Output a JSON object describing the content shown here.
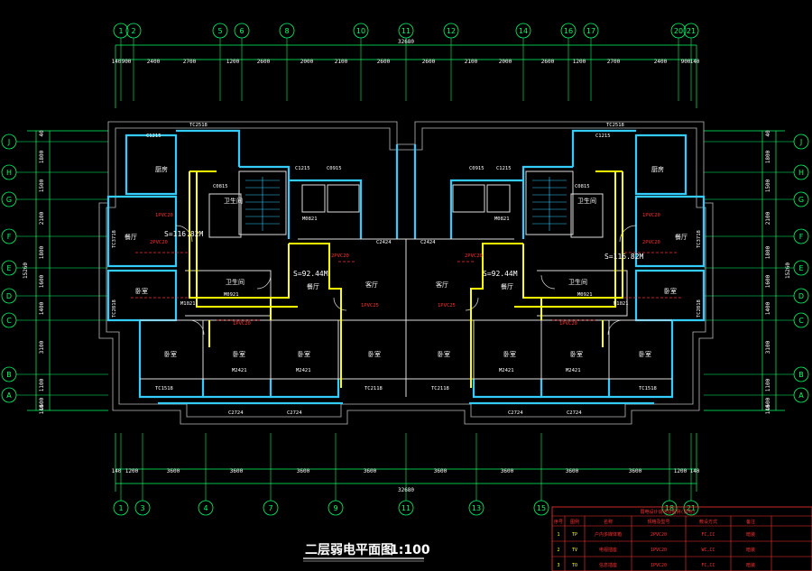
{
  "title": "二层弱电平面图",
  "scale": "1:100",
  "top_axes": [
    "1",
    "2",
    "5",
    "6",
    "8",
    "10",
    "11",
    "12",
    "14",
    "16",
    "17",
    "20",
    "21"
  ],
  "bottom_axes": [
    "1",
    "3",
    "4",
    "7",
    "9",
    "11",
    "13",
    "15",
    "18",
    "21"
  ],
  "left_axes": [
    "J",
    "H",
    "G",
    "F",
    "E",
    "D",
    "C",
    "B",
    "A"
  ],
  "right_axes": [
    "J",
    "H",
    "G",
    "F",
    "E",
    "D",
    "C",
    "B",
    "A"
  ],
  "overall_width": "32680",
  "overall_depth": "15260",
  "top_dims": [
    "140",
    "900",
    "2400",
    "2700",
    "1200",
    "2600",
    "2000",
    "2100",
    "2600",
    "2600",
    "2100",
    "2000",
    "2600",
    "1200",
    "2700",
    "2400",
    "900",
    "140"
  ],
  "bottom_dims": [
    "140",
    "1200",
    "3600",
    "3600",
    "3600",
    "3600",
    "3600",
    "3600",
    "3600",
    "3600",
    "1200",
    "140"
  ],
  "left_dims": [
    "40",
    "1800",
    "1500",
    "2100",
    "1800",
    "1600",
    "1400",
    "3100",
    "1100",
    "1600",
    "140"
  ],
  "right_dims": [
    "40",
    "1800",
    "1500",
    "2100",
    "1800",
    "1600",
    "1400",
    "3100",
    "1100",
    "1600",
    "140"
  ],
  "rooms": {
    "kitchen": "厨房",
    "dining": "餐厅",
    "bedroom": "卧室",
    "living": "客厅",
    "bath": "卫生间"
  },
  "areas": {
    "left_unit": "S=116.82M",
    "center_left": "S=92.44M",
    "center_right": "S=92.44M",
    "right_unit": "S=116.82M"
  },
  "windows": {
    "tc2518": "TC2518",
    "c1215": "C1215",
    "c0915": "C0915",
    "c2424": "C2424",
    "c0815": "C0815",
    "tc3718": "TC3718",
    "tc2818": "TC2818",
    "tc1518": "TC1518",
    "tc2118": "TC2118",
    "c2724": "C2724",
    "m2421": "M2421",
    "m0821": "M0821",
    "m0921": "M0921",
    "m1021": "M1021"
  },
  "cable_tags": {
    "c1": "1PVC20",
    "c2": "2PVC20",
    "c3": "1PVC25"
  },
  "legend": {
    "header": "弱电设计说明及图例(弱电)",
    "columns": [
      "序号",
      "图例",
      "名称",
      "规格及型号",
      "敷设方式",
      "备注"
    ],
    "rows": [
      {
        "no": "1",
        "sym": "TP",
        "name": "户内多媒体箱",
        "spec": "2PVC20",
        "lay": "FC,CC",
        "note": "暗装"
      },
      {
        "no": "2",
        "sym": "TV",
        "name": "电视插座",
        "spec": "1PVC20",
        "lay": "WC,CC",
        "note": "暗装"
      },
      {
        "no": "3",
        "sym": "TO",
        "name": "信息插座",
        "spec": "1PVC20",
        "lay": "FC,CC",
        "note": "暗装"
      }
    ]
  },
  "colors": {
    "wall": "#33ccff",
    "outline": "#c0c0c0",
    "cable": "#ffff00",
    "axis": "#00ff66",
    "annotation": "#ff3030",
    "background": "#000000"
  }
}
